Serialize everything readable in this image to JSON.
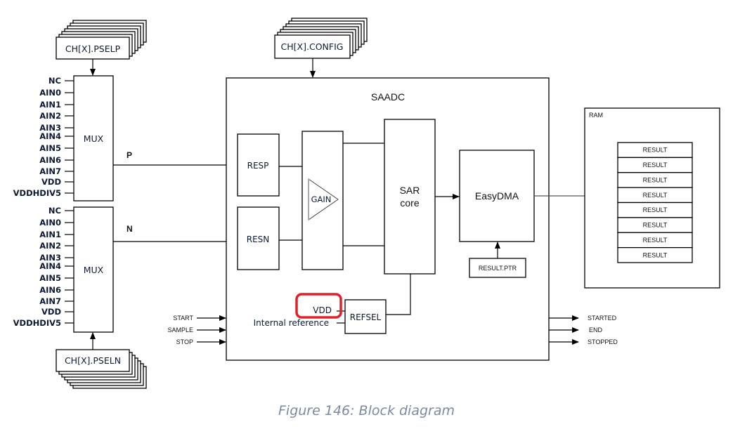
{
  "figure": {
    "caption": "Figure 146: Block diagram"
  },
  "registers": {
    "pselp": "CH[X].PSELP",
    "pseln": "CH[X].PSELN",
    "config": "CH[X].CONFIG",
    "result_ptr": "RESULT.PTR"
  },
  "mux_inputs": [
    "NC",
    "AIN0",
    "AIN1",
    "AIN2",
    "AIN3",
    "AIN4",
    "AIN5",
    "AIN6",
    "AIN7",
    "VDD",
    "VDDHDIV5"
  ],
  "mux": {
    "top_label": "MUX",
    "bottom_label": "MUX",
    "p_label": "P",
    "n_label": "N"
  },
  "saadc": {
    "title": "SAADC",
    "resp": "RESP",
    "resn": "RESN",
    "gain": "GAIN",
    "sar_line1": "SAR",
    "sar_line2": "core",
    "easydma": "EasyDMA",
    "refsel": "REFSEL",
    "ref_vdd": "VDD",
    "ref_internal": "Internal reference"
  },
  "tasks": [
    "START",
    "SAMPLE",
    "STOP"
  ],
  "events": [
    "STARTED",
    "END",
    "STOPPED"
  ],
  "ram": {
    "title": "RAM",
    "entries": [
      "RESULT",
      "RESULT",
      "RESULT",
      "RESULT",
      "RESULT",
      "RESULT",
      "RESULT",
      "RESULT"
    ]
  },
  "highlight": {
    "target": "VDD",
    "color": "#e0202a"
  }
}
